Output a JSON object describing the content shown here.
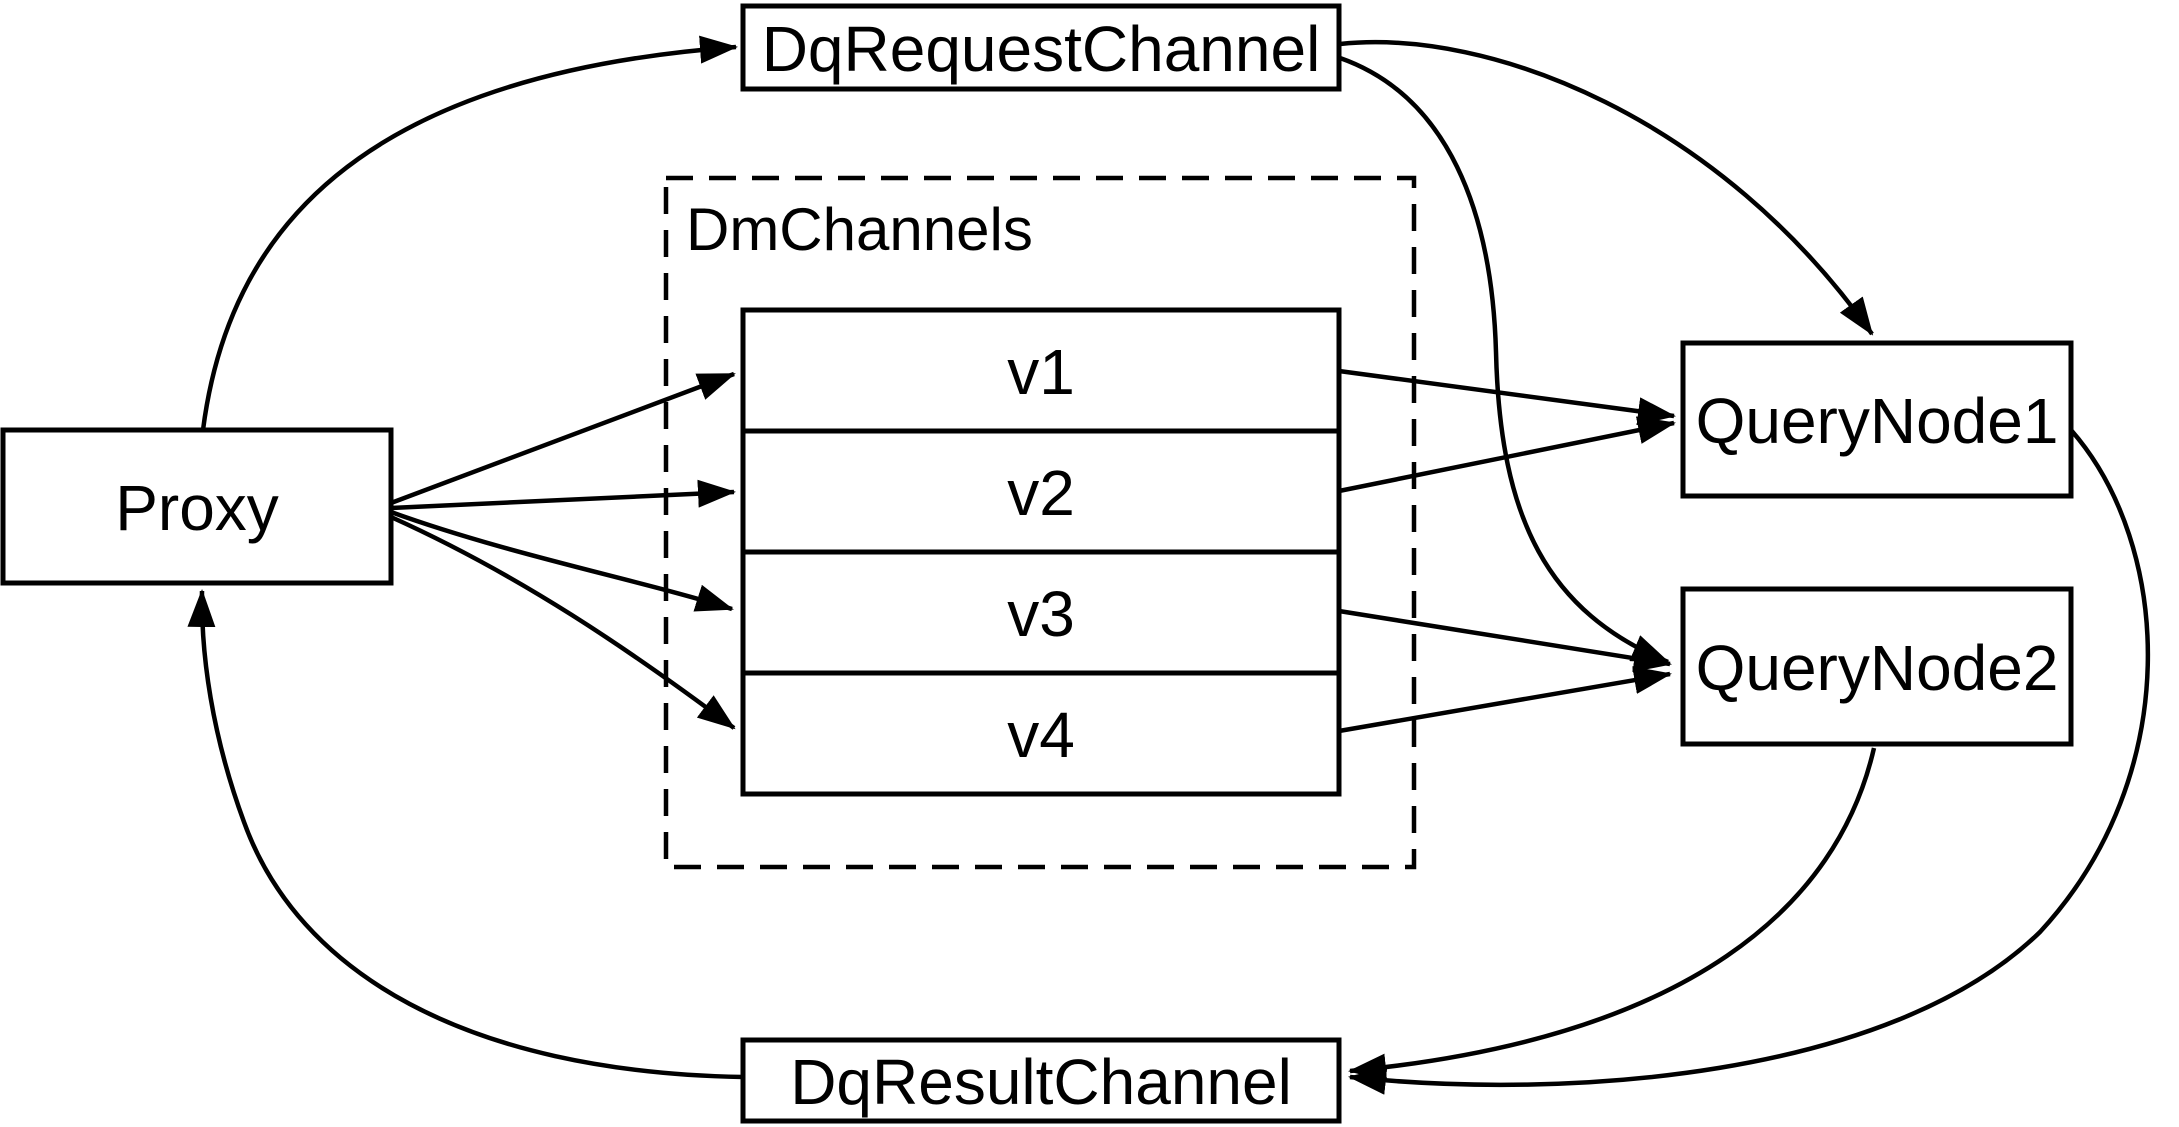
{
  "diagram": {
    "background_color": "#ffffff",
    "line_color": "#000000",
    "node_fill_color": "#ffffff",
    "nodes": {
      "proxy": {
        "label": "Proxy"
      },
      "dq_request_channel": {
        "label": "DqRequestChannel"
      },
      "dm_channels": {
        "label": "DmChannels",
        "channels": [
          "v1",
          "v2",
          "v3",
          "v4"
        ]
      },
      "query_node_1": {
        "label": "QueryNode1"
      },
      "query_node_2": {
        "label": "QueryNode2"
      },
      "dq_result_channel": {
        "label": "DqResultChannel"
      }
    },
    "edges": [
      {
        "from": "Proxy",
        "to": "DqRequestChannel"
      },
      {
        "from": "Proxy",
        "to": "v1"
      },
      {
        "from": "Proxy",
        "to": "v2"
      },
      {
        "from": "Proxy",
        "to": "v3"
      },
      {
        "from": "Proxy",
        "to": "v4"
      },
      {
        "from": "v1",
        "to": "QueryNode1"
      },
      {
        "from": "v2",
        "to": "QueryNode1"
      },
      {
        "from": "v3",
        "to": "QueryNode2"
      },
      {
        "from": "v4",
        "to": "QueryNode2"
      },
      {
        "from": "DqRequestChannel",
        "to": "QueryNode1"
      },
      {
        "from": "DqRequestChannel",
        "to": "QueryNode2"
      },
      {
        "from": "QueryNode1",
        "to": "DqResultChannel"
      },
      {
        "from": "QueryNode2",
        "to": "DqResultChannel"
      },
      {
        "from": "DqResultChannel",
        "to": "Proxy"
      }
    ]
  }
}
